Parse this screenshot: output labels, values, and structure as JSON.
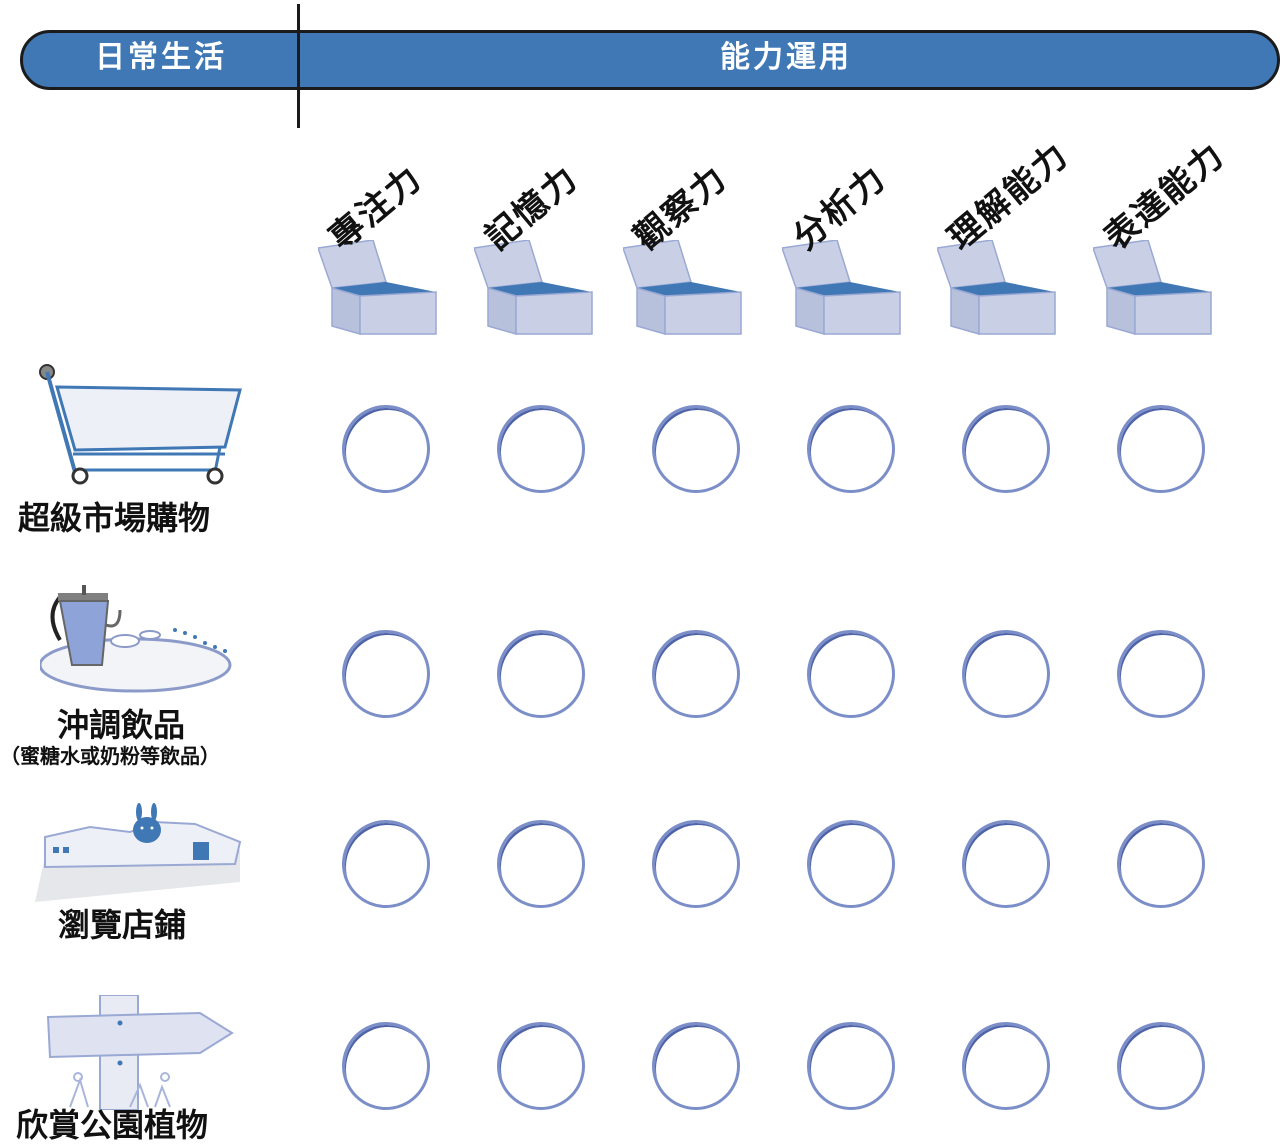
{
  "header": {
    "left_title": "日常生活",
    "right_title": "能力運用"
  },
  "columns": [
    {
      "label": "專注力"
    },
    {
      "label": "記憶力"
    },
    {
      "label": "觀察力"
    },
    {
      "label": "分析力"
    },
    {
      "label": "理解能力"
    },
    {
      "label": "表達能力"
    }
  ],
  "rows": [
    {
      "label": "超級市場購物",
      "sublabel": "",
      "icon": "shopping-cart-icon"
    },
    {
      "label": "沖調飲品",
      "sublabel": "（蜜糖水或奶粉等飲品）",
      "icon": "teapot-icon"
    },
    {
      "label": "瀏覽店鋪",
      "sublabel": "",
      "icon": "shopfront-icon"
    },
    {
      "label": "欣賞公園植物",
      "sublabel": "",
      "icon": "signpost-icon"
    }
  ],
  "colors": {
    "banner": "#3f78b5",
    "box_light": "#c9d0e6",
    "box_blue": "#3f78b5",
    "circle": "#7b8ec8"
  }
}
